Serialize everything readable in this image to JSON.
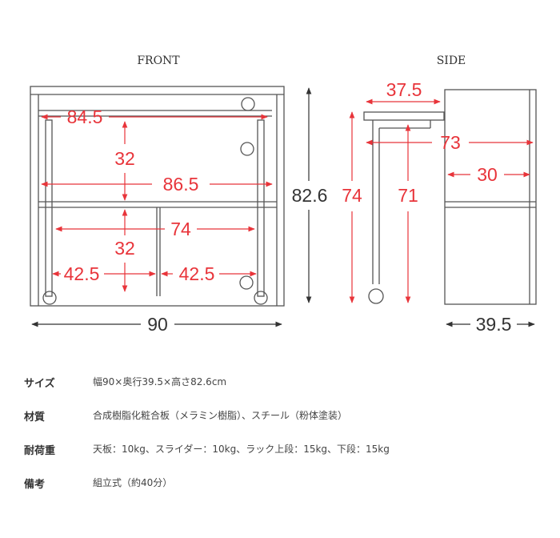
{
  "diagram": {
    "front_label": "FRONT",
    "side_label": "SIDE",
    "front": {
      "top_width": "84.5",
      "upper_height": "32",
      "inner_width": "86.5",
      "lower_inner_width": "74",
      "lower_height": "32",
      "left_bay": "42.5",
      "right_bay": "42.5",
      "total_width": "90",
      "total_height": "82.6"
    },
    "side": {
      "slider_depth": "37.5",
      "total_height_with_top": "74",
      "inner_height": "71",
      "top_depth": "73",
      "shelf_depth": "30",
      "depth": "39.5"
    },
    "colors": {
      "dimension": "#e8343a",
      "line": "#555555"
    }
  },
  "specs": [
    {
      "key": "サイズ",
      "value": "幅90×奥行39.5×高さ82.6cm"
    },
    {
      "key": "材質",
      "value": "合成樹脂化粧合板（メラミン樹脂）、スチール（粉体塗装）"
    },
    {
      "key": "耐荷重",
      "value": "天板：10kg、スライダー：10kg、ラック上段：15kg、下段：15kg"
    },
    {
      "key": "備考",
      "value": "組立式（約40分）"
    }
  ]
}
